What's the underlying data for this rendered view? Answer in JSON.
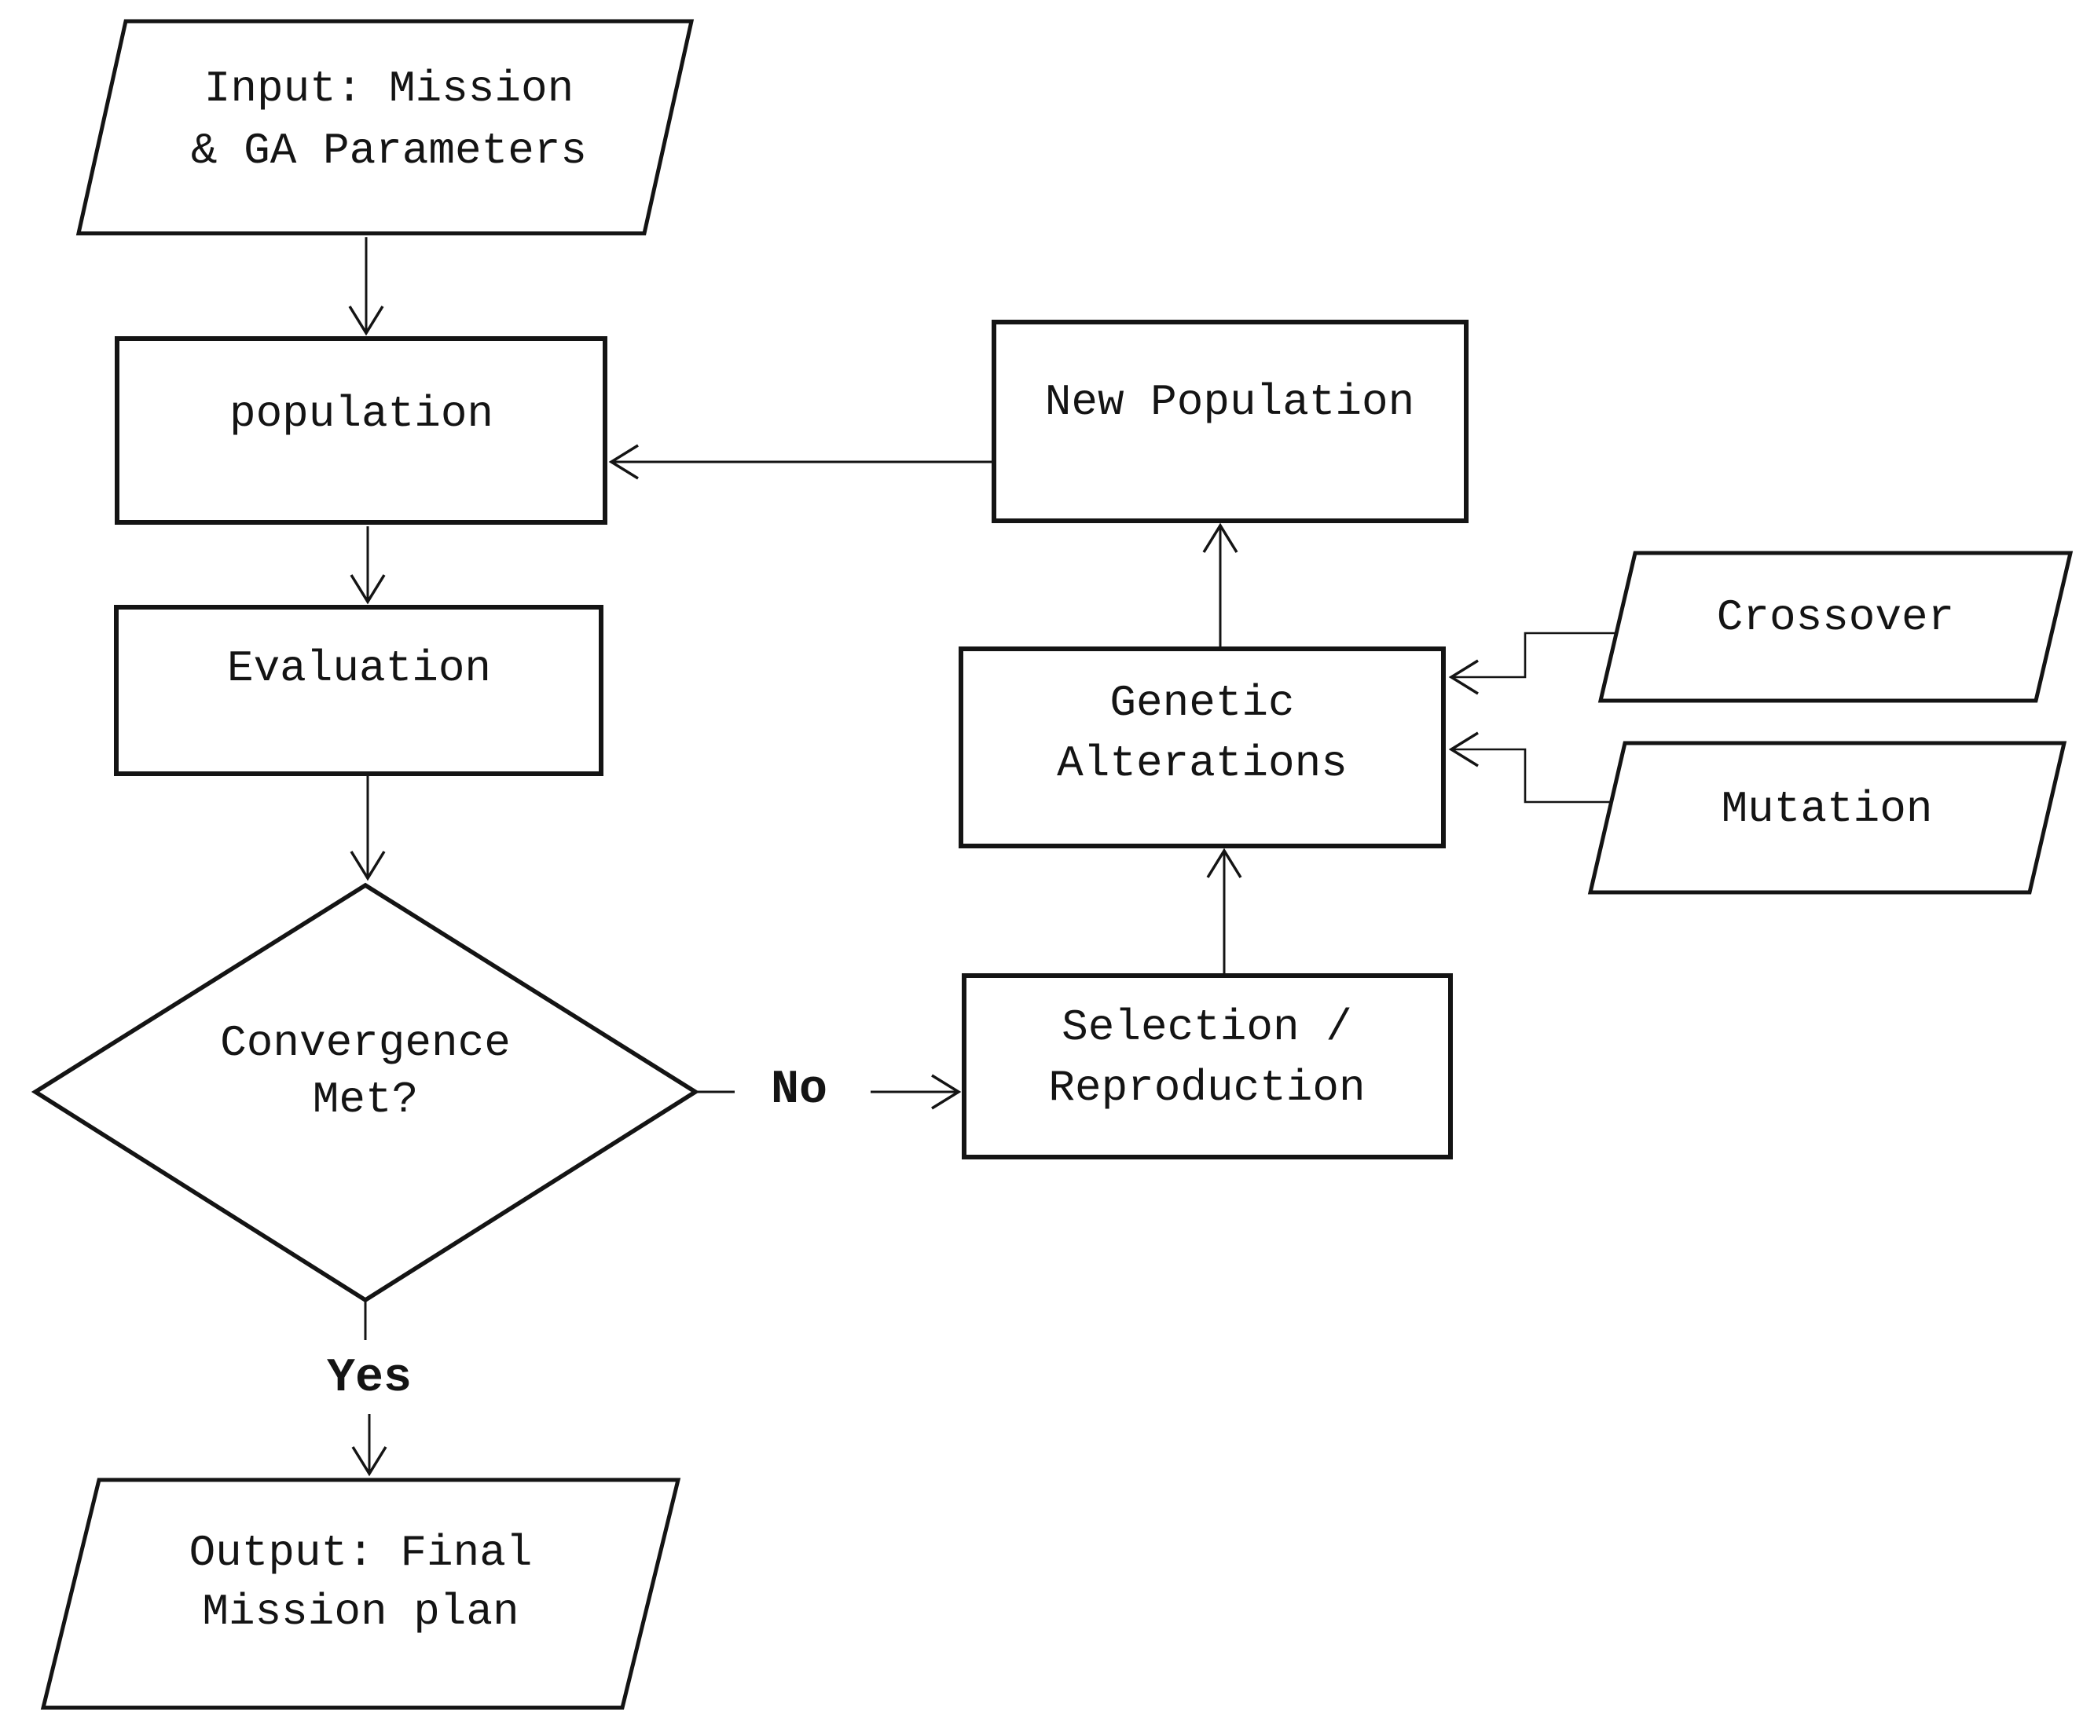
{
  "theme": {
    "background": "#ffffff",
    "ink": "#141414"
  },
  "diagram": {
    "type": "flowchart",
    "subject": "Genetic Algorithm mission-planning loop",
    "nodes": {
      "input": {
        "shape": "parallelogram",
        "lines": [
          "Input: Mission",
          "& GA Parameters"
        ]
      },
      "population": {
        "shape": "rectangle",
        "lines": [
          "population"
        ]
      },
      "evaluation": {
        "shape": "rectangle",
        "lines": [
          "Evaluation"
        ]
      },
      "convergence": {
        "shape": "diamond",
        "lines": [
          "Convergence",
          "Met?"
        ]
      },
      "selection": {
        "shape": "rectangle",
        "lines": [
          "Selection /",
          "Reproduction"
        ]
      },
      "genetic": {
        "shape": "rectangle",
        "lines": [
          "Genetic",
          "Alterations"
        ]
      },
      "new_population": {
        "shape": "rectangle",
        "lines": [
          "New Population"
        ]
      },
      "crossover": {
        "shape": "parallelogram",
        "lines": [
          "Crossover"
        ]
      },
      "mutation": {
        "shape": "parallelogram",
        "lines": [
          "Mutation"
        ]
      },
      "output": {
        "shape": "parallelogram",
        "lines": [
          "Output: Final",
          "Mission plan"
        ]
      }
    },
    "edge_labels": {
      "no": "No",
      "yes": "Yes"
    },
    "edges": [
      {
        "from": "input",
        "to": "population",
        "label": ""
      },
      {
        "from": "population",
        "to": "evaluation",
        "label": ""
      },
      {
        "from": "evaluation",
        "to": "convergence",
        "label": ""
      },
      {
        "from": "convergence",
        "to": "selection",
        "label": "No"
      },
      {
        "from": "selection",
        "to": "genetic",
        "label": ""
      },
      {
        "from": "crossover",
        "to": "genetic",
        "label": ""
      },
      {
        "from": "mutation",
        "to": "genetic",
        "label": ""
      },
      {
        "from": "genetic",
        "to": "new_population",
        "label": ""
      },
      {
        "from": "new_population",
        "to": "population",
        "label": ""
      },
      {
        "from": "convergence",
        "to": "output",
        "label": "Yes"
      }
    ]
  }
}
